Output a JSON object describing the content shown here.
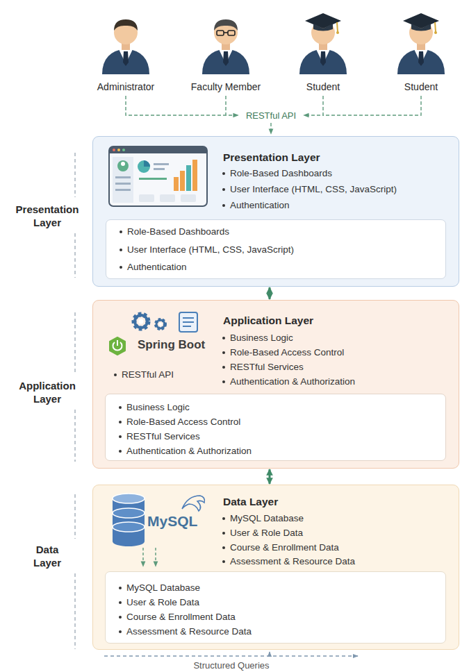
{
  "diagram": {
    "nodes": [
      {
        "text": [
          "Presentation Layer",
          "Role-Based Dashboards",
          "User Interface (HTML, CSS, JavaScript)",
          "Authentication"
        ]
      },
      {
        "text": [
          "Role-Based Dashboards",
          "User Interface (HTML, CSS, JavaScript)",
          "Authentication"
        ],
        "in": 0
      },
      {
        "text": [
          "Application Layer",
          "Business Logic",
          "Role-Based Access Control",
          "RESTful Services",
          "Authentication & Authorization",
          "Spring Boot",
          "RESTful API"
        ]
      },
      {
        "text": [
          "Business Logic",
          "Role-Based Access Control",
          "RESTful Services",
          "Authentication & Authorization"
        ],
        "in": 2
      },
      {
        "text": [
          "Data Layer",
          "MySQL Database",
          "User & Role Data",
          "Course & Enrollment Data",
          "Assessment & Resource Data",
          "MySQL"
        ]
      },
      {
        "text": [
          "MySQL Database",
          "User & Role Data",
          "Course & Enrollment Data",
          "Assessment & Resource Data"
        ],
        "in": 4
      }
    ],
    "edges": [
      {
        "from": 0,
        "to": 2,
        "arrow": "both"
      },
      {
        "from": 2,
        "to": 4,
        "arrow": "both"
      }
    ],
    "labels": [
      "Administrator",
      "Faculty Member",
      "Student",
      "Student",
      "RESTful API",
      "Presentation Layer",
      "Application Layer",
      "Data Layer",
      "Structured Queries"
    ]
  }
}
